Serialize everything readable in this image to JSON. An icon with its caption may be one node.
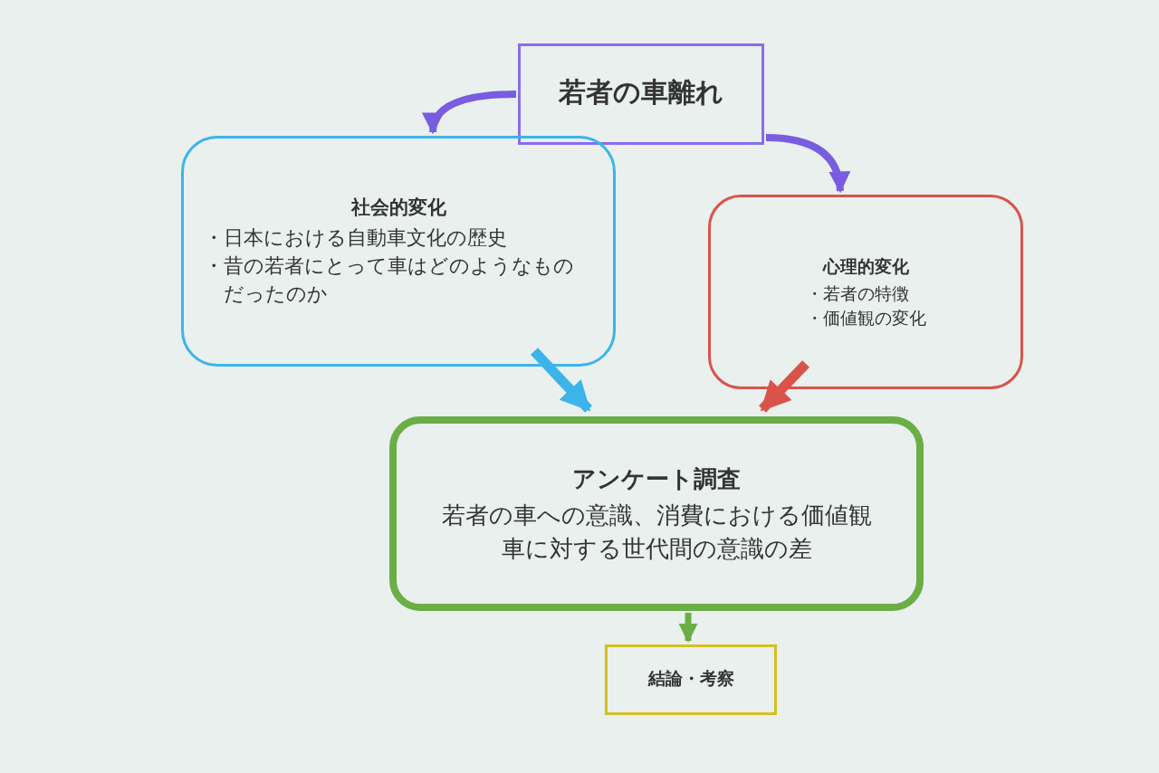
{
  "diagram": {
    "nodes": [
      {
        "text": [
          "若者の車離れ"
        ]
      },
      {
        "text": [
          "社会的変化",
          "・日本における自動車文化の歴史",
          "・昔の若者にとって車はどのようなものだったのか"
        ]
      },
      {
        "text": [
          "心理的変化",
          "・若者の特徴",
          "・価値観の変化"
        ]
      },
      {
        "text": [
          "アンケート調査",
          "若者の車への意識、消費における価値観",
          "車に対する世代間の意識の差"
        ]
      },
      {
        "text": [
          "結論・考察"
        ]
      }
    ],
    "edges": [
      {
        "from": 0,
        "to": 1,
        "arrow": "to",
        "color": "#7a5ce0"
      },
      {
        "from": 0,
        "to": 2,
        "arrow": "to",
        "color": "#7a5ce0"
      },
      {
        "from": 1,
        "to": 3,
        "arrow": "to",
        "color": "#3cb4ea"
      },
      {
        "from": 2,
        "to": 3,
        "arrow": "to",
        "color": "#d9534a"
      },
      {
        "from": 3,
        "to": 4,
        "arrow": "to",
        "color": "#6aae45"
      }
    ]
  }
}
